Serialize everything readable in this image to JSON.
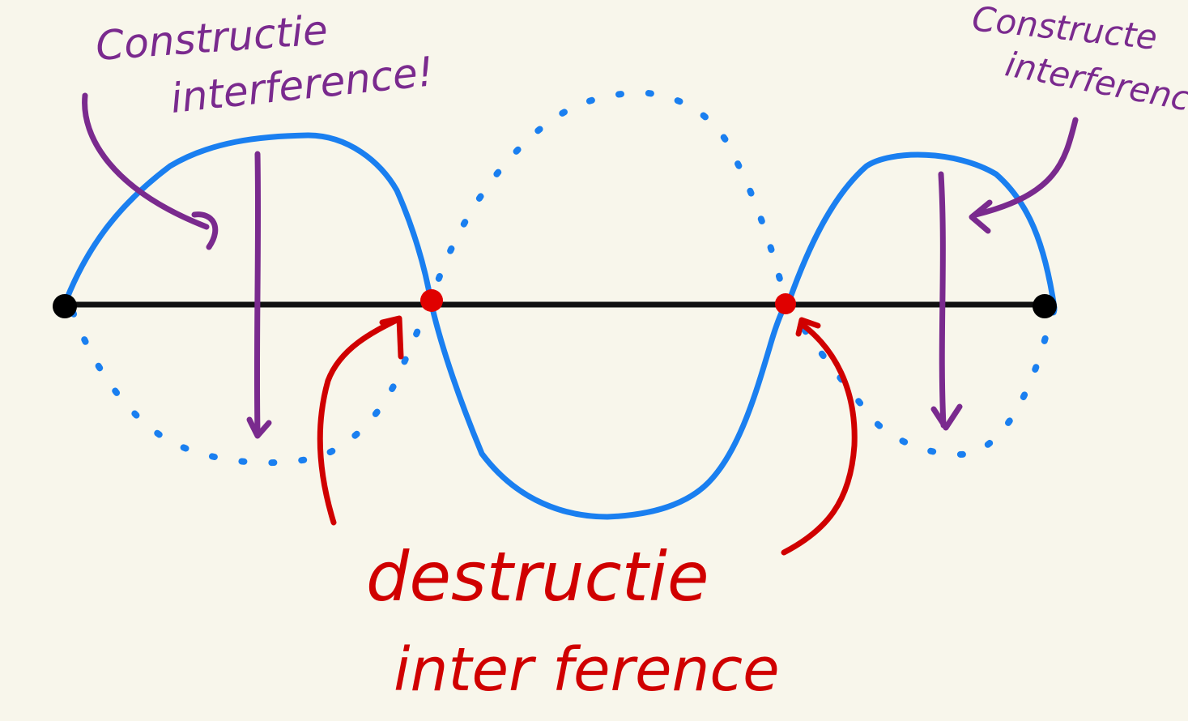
{
  "labels": {
    "constructive_left_line1": "Constructie",
    "constructive_left_line2": "interference!",
    "constructive_right_line1": "Constructe",
    "constructive_right_line2": "interferenc",
    "destructive_line1": "destructie",
    "destructive_line2": "inter ference"
  },
  "colors": {
    "background": "#f8f6eb",
    "wave": "#1a7ff0",
    "axis": "#111111",
    "constructive": "#7a2a8e",
    "destructive": "#d00000",
    "node": "#e00000",
    "endpoint": "#000000"
  }
}
